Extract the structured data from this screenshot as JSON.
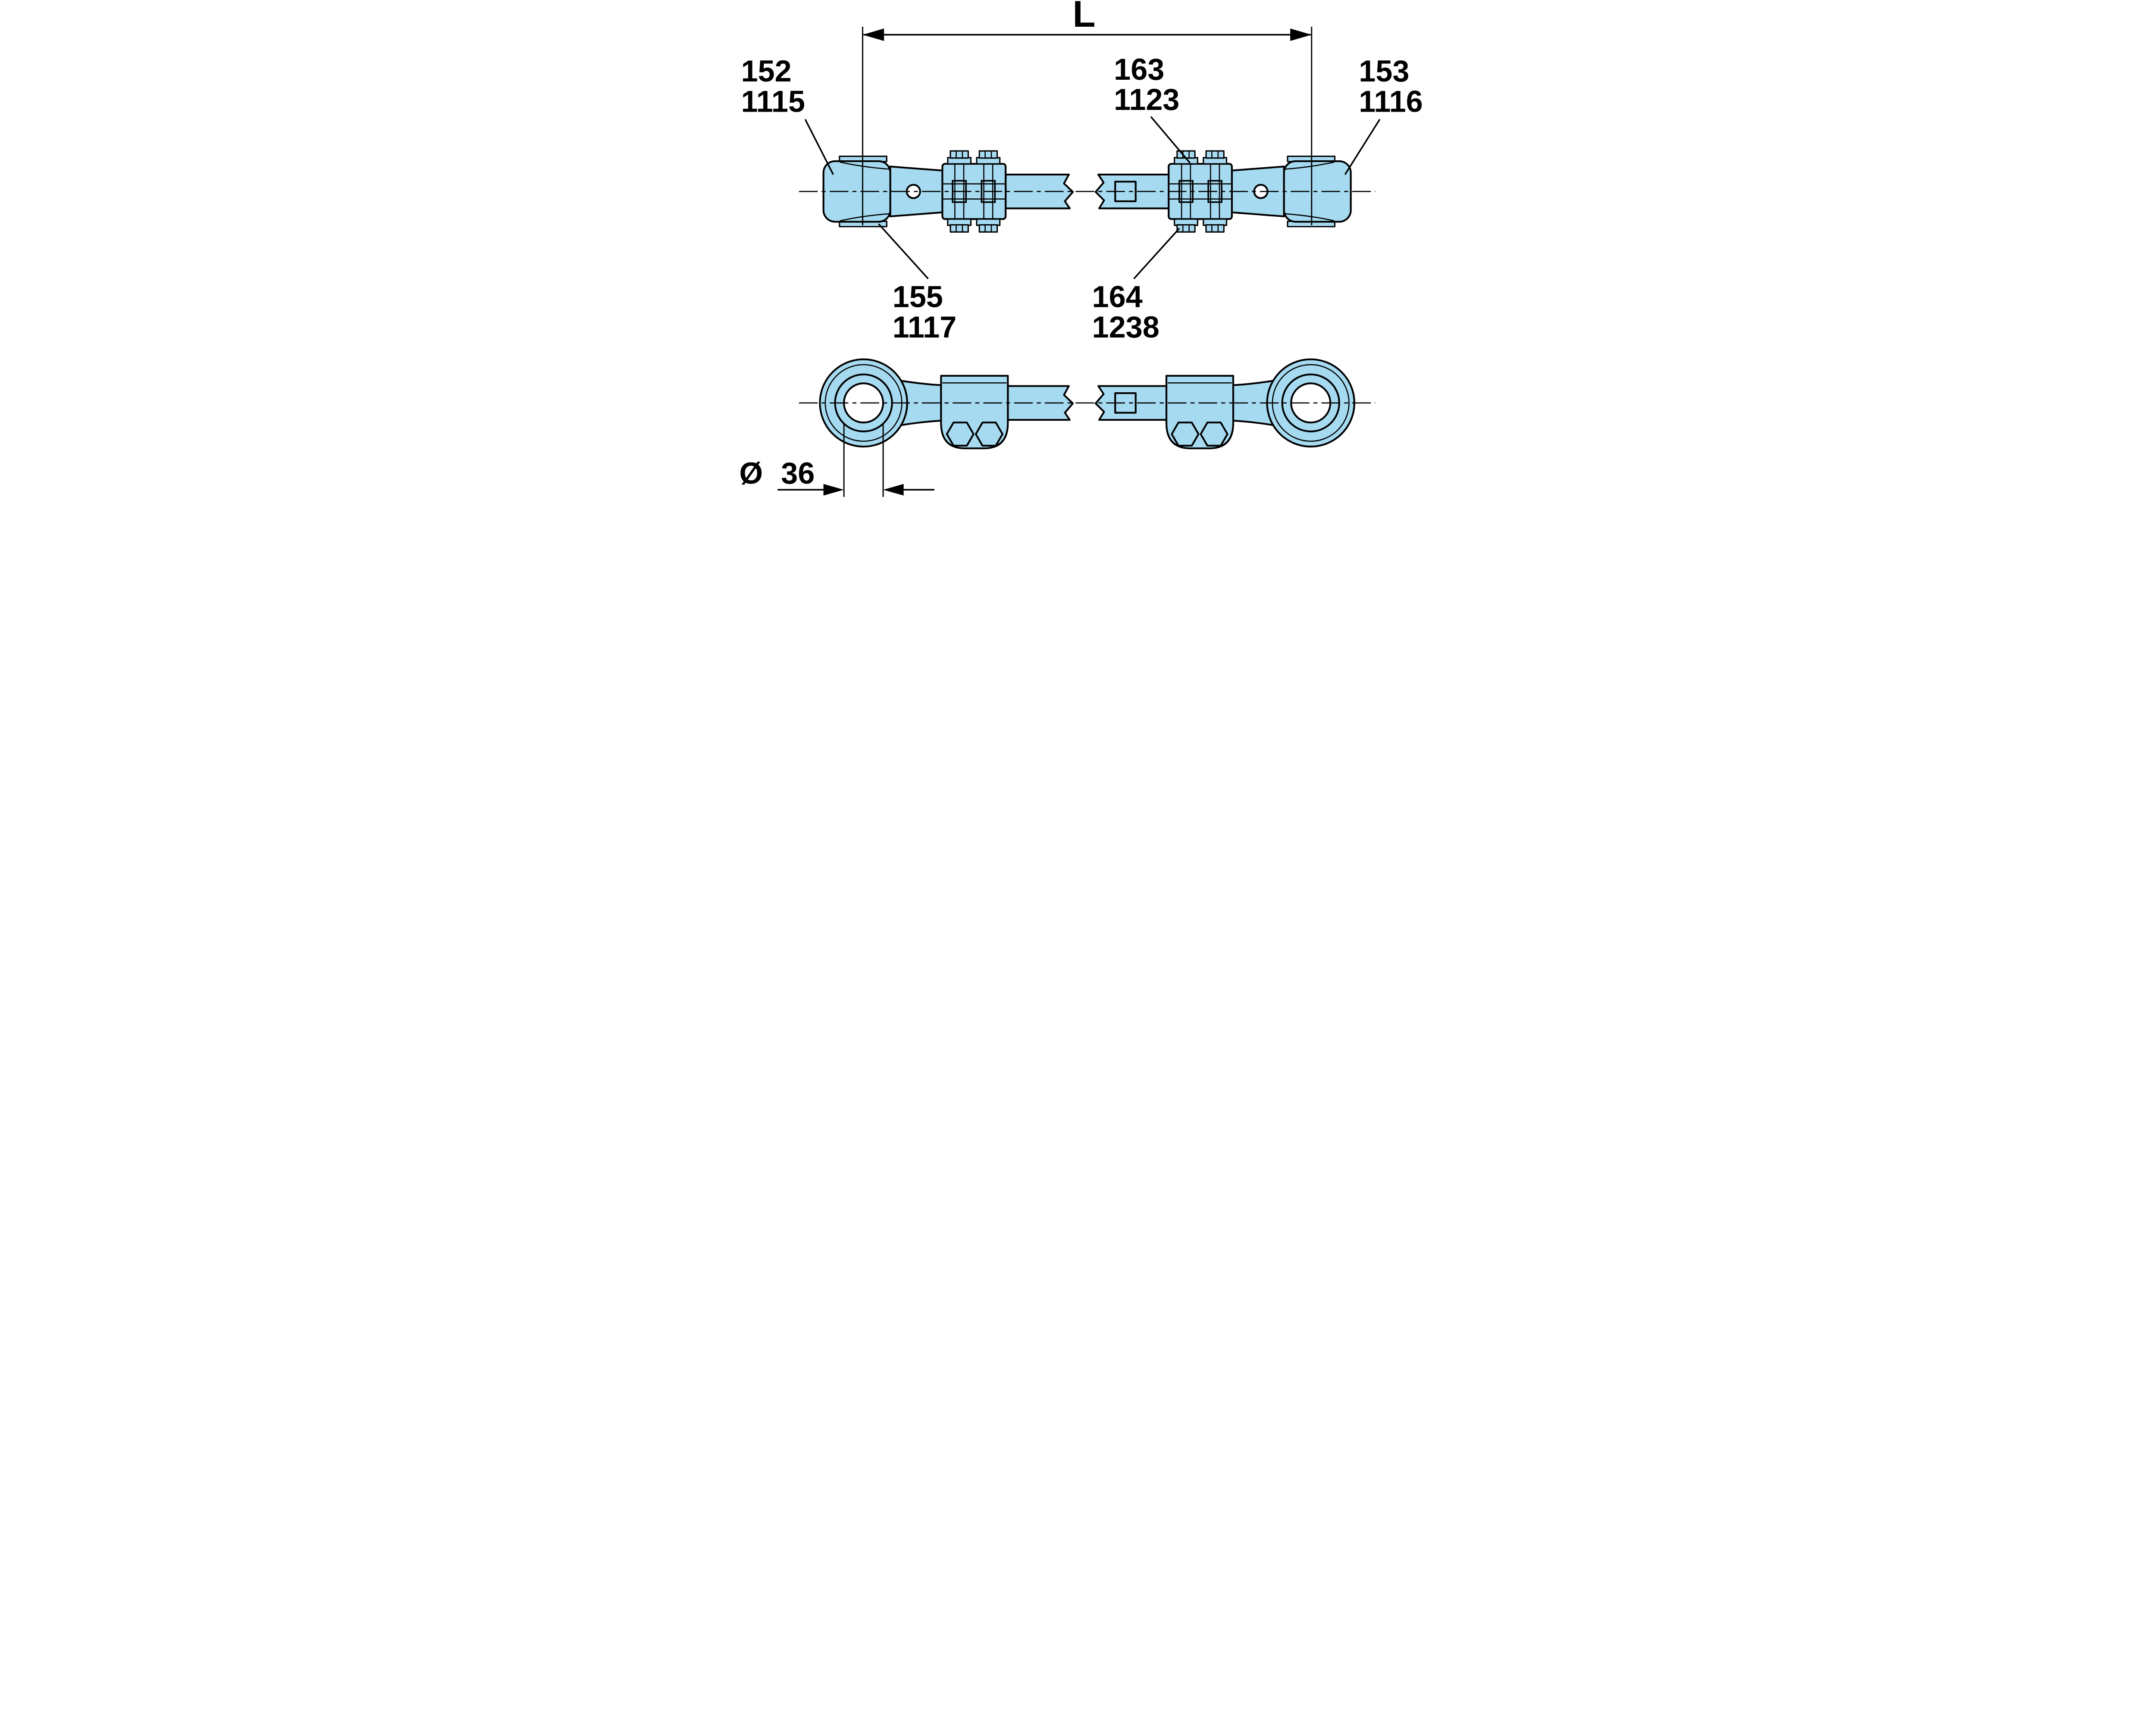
{
  "diagram": {
    "kind": "technical-drawing",
    "length_dimension": {
      "label": "L"
    },
    "diameter_dimension": {
      "label": "Ø 36"
    },
    "callouts": [
      {
        "target": "left-ball-joint",
        "line1": "152",
        "line2": "1115"
      },
      {
        "target": "right-clamp-top",
        "line1": "163",
        "line2": "1123"
      },
      {
        "target": "right-ball-joint",
        "line1": "153",
        "line2": "1116"
      },
      {
        "target": "left-clamp-bottom",
        "line1": "155",
        "line2": "1117"
      },
      {
        "target": "right-clamp-bottom",
        "line1": "164",
        "line2": "1238"
      }
    ],
    "colors": {
      "part_fill": "#A6DAF0",
      "line": "#000000",
      "hole_fill": "#FFFFFF",
      "background": "#FFFFFF"
    }
  }
}
